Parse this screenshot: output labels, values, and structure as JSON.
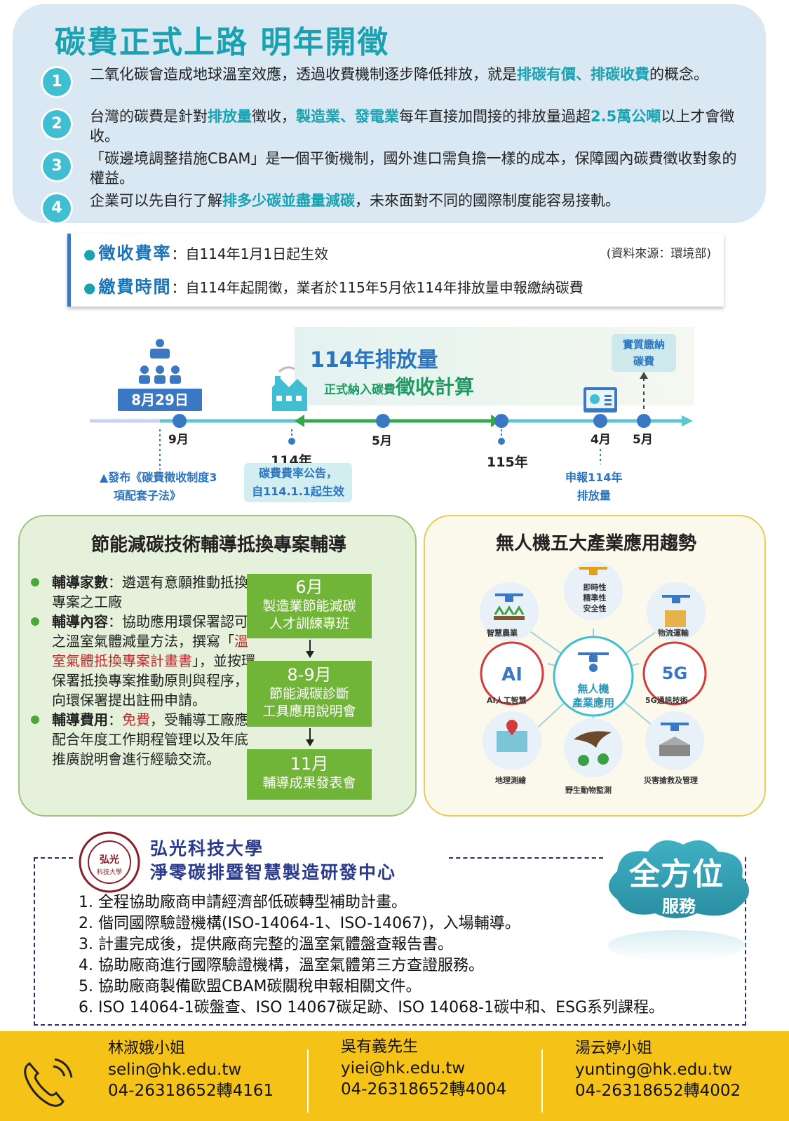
{
  "intro": {
    "title": "碳費正式上路 明年開徵",
    "items": [
      {
        "num": "1",
        "parts": [
          {
            "t": "二氧化碳會造成地球溫室效應，透過收費機制逐步降低排放，就是",
            "hl": false
          },
          {
            "t": "排碳有價、排碳收費",
            "hl": true
          },
          {
            "t": "的概念。",
            "hl": false
          }
        ]
      },
      {
        "num": "2",
        "parts": [
          {
            "t": "台灣的碳費是針對",
            "hl": false
          },
          {
            "t": "排放量",
            "hl": true
          },
          {
            "t": "徵收，",
            "hl": false
          },
          {
            "t": "製造業、發電業",
            "hl": true
          },
          {
            "t": "每年直接加間接的排放量過超",
            "hl": false
          },
          {
            "t": "2.5萬公噸",
            "hl": true
          },
          {
            "t": "以上才會徵收。",
            "hl": false
          }
        ]
      },
      {
        "num": "3",
        "parts": [
          {
            "t": "「碳邊境調整措施CBAM」是一個平衡機制，國外進口需負擔一樣的成本，保障國內碳費徵收對象的權益。",
            "hl": false
          }
        ]
      },
      {
        "num": "4",
        "parts": [
          {
            "t": "企業可以先自行了解",
            "hl": false
          },
          {
            "t": "排多少碳並盡量減碳",
            "hl": true
          },
          {
            "t": "，未來面對不同的國際制度能容易接軌。",
            "hl": false
          }
        ]
      }
    ]
  },
  "info": {
    "bullet": "●",
    "rate_key": "徵收費率",
    "rate_val": "自114年1月1日起生效",
    "time_key": "繳費時間",
    "time_val": "自114年起開徵，業者於115年5月依114年排放量申報繳納碳費",
    "source": "(資料來源：環境部)"
  },
  "timeline": {
    "band_title": "114年排放量",
    "band_sub_small": "正式納入碳費",
    "band_sub_big": "徵收計算",
    "pay_line1": "實質繳納",
    "pay_line2": "碳費",
    "date_box": "8月29日",
    "labels": {
      "sep": "9月",
      "may1": "5月",
      "y114": "114年",
      "y115": "115年",
      "apr": "4月",
      "may2": "5月"
    },
    "note_left_1": "▲發布《碳費徵收制度3",
    "note_left_2": "項配套子法》",
    "note_mid_1": "碳費費率公告，",
    "note_mid_2": "自114.1.1起生效",
    "note_right_1": "申報114年",
    "note_right_2": "排放量"
  },
  "green": {
    "title": "節能減碳技術輔導抵換專案輔導",
    "items": [
      {
        "key": "輔導家數",
        "parts": [
          {
            "t": "：遴選有意願推動抵換專案之工廠",
            "red": false
          }
        ]
      },
      {
        "key": "輔導內容",
        "parts": [
          {
            "t": "：協助應用環保署認可之溫室氣體減量方法，撰寫「",
            "red": false
          },
          {
            "t": "溫室氣體抵換專案計畫書",
            "red": true
          },
          {
            "t": "」，並按環保署抵換專案推動原則與程序，向環保署提出註冊申請。",
            "red": false
          }
        ]
      },
      {
        "key": "輔導費用",
        "parts": [
          {
            "t": "：",
            "red": false
          },
          {
            "t": "免費",
            "red": true
          },
          {
            "t": "，受輔導工廠應配合年度工作期程管理以及年底推廣說明會進行經驗交流。",
            "red": false
          }
        ]
      }
    ],
    "steps": [
      {
        "head": "6月",
        "body1": "製造業節能減碳",
        "body2": "人才訓練專班"
      },
      {
        "head": "8-9月",
        "body1": "節能減碳診斷",
        "body2": "工具應用說明會"
      },
      {
        "head": "11月",
        "body1": "輔導成果發表會",
        "body2": ""
      }
    ]
  },
  "drone": {
    "title": "無人機五大產業應用趨勢",
    "center_1": "無人機",
    "center_2": "產業應用",
    "top_1": "即時性",
    "top_2": "精準性",
    "top_3": "安全性",
    "agri": "智慧農業",
    "logistics": "物流運輸",
    "ai": "AI人工智慧",
    "ai_badge": "AI",
    "fiveg": "5G通訊技術",
    "fiveg_badge": "5G",
    "survey": "地理測繪",
    "wildlife": "野生動物監測",
    "rescue": "災害搶救及管理"
  },
  "university": {
    "name": "弘光科技大學",
    "center": "淨零碳排暨智慧製造研發中心",
    "seal_text": "弘光",
    "seal_sub": "科技大學",
    "badge_title": "全方位",
    "badge_sub": "服務",
    "services": [
      "1. 全程協助廠商申請經濟部低碳轉型補助計畫。",
      "2. 偕同國際驗證機構(ISO-14064-1、ISO-14067)，入場輔導。",
      "3. 計畫完成後，提供廠商完整的溫室氣體盤查報告書。",
      "4. 協助廠商進行國際驗證機構，溫室氣體第三方查證服務。",
      "5. 協助廠商製備歐盟CBAM碳關稅申報相關文件。",
      "6. ISO 14064-1碳盤查、ISO 14067碳足跡、ISO 14068-1碳中和、ESG系列課程。"
    ]
  },
  "contacts": [
    {
      "name": "林淑娥小姐",
      "email": "selin@hk.edu.tw",
      "phone": "04-26318652轉4161"
    },
    {
      "name": "吳有義先生",
      "email": "yiei@hk.edu.tw",
      "phone": "04-26318652轉4004"
    },
    {
      "name": "湯云婷小姐",
      "email": "yunting@hk.edu.tw",
      "phone": "04-26318652轉4002"
    }
  ],
  "colors": {
    "teal": "#1aa2b0",
    "blue": "#2a74c2",
    "green": "#71b538",
    "yellow": "#f5c217",
    "navy": "#2b3a8c"
  }
}
